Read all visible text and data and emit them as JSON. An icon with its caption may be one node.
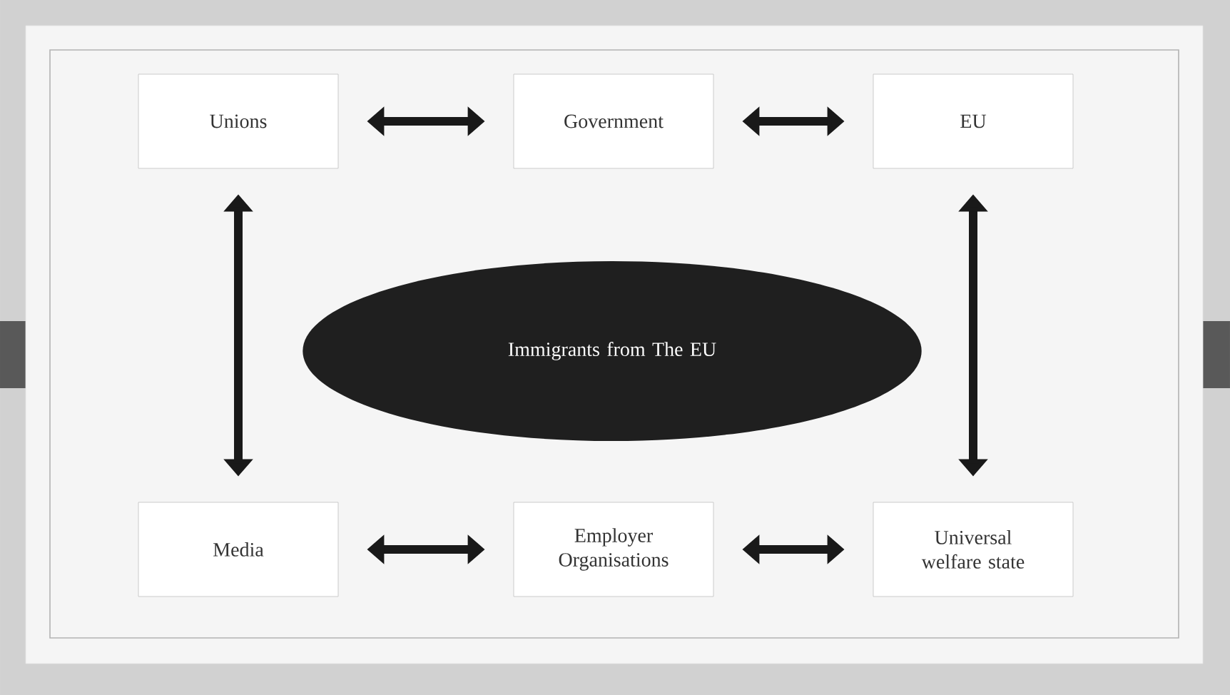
{
  "diagram": {
    "nodes": [
      {
        "text": [
          "Unions"
        ]
      },
      {
        "text": [
          "Government"
        ]
      },
      {
        "text": [
          "EU"
        ]
      },
      {
        "text": [
          "Immigrants from The EU"
        ]
      },
      {
        "text": [
          "Media"
        ]
      },
      {
        "text": [
          "Employer Organisations"
        ]
      },
      {
        "text": [
          "Universal welfare state"
        ]
      }
    ],
    "edges": [
      {
        "from": 0,
        "to": 1,
        "arrow": "both"
      },
      {
        "from": 1,
        "to": 2,
        "arrow": "both"
      },
      {
        "from": 0,
        "to": 4,
        "arrow": "both"
      },
      {
        "from": 2,
        "to": 6,
        "arrow": "both"
      },
      {
        "from": 4,
        "to": 5,
        "arrow": "both"
      },
      {
        "from": 5,
        "to": 6,
        "arrow": "both"
      }
    ]
  }
}
